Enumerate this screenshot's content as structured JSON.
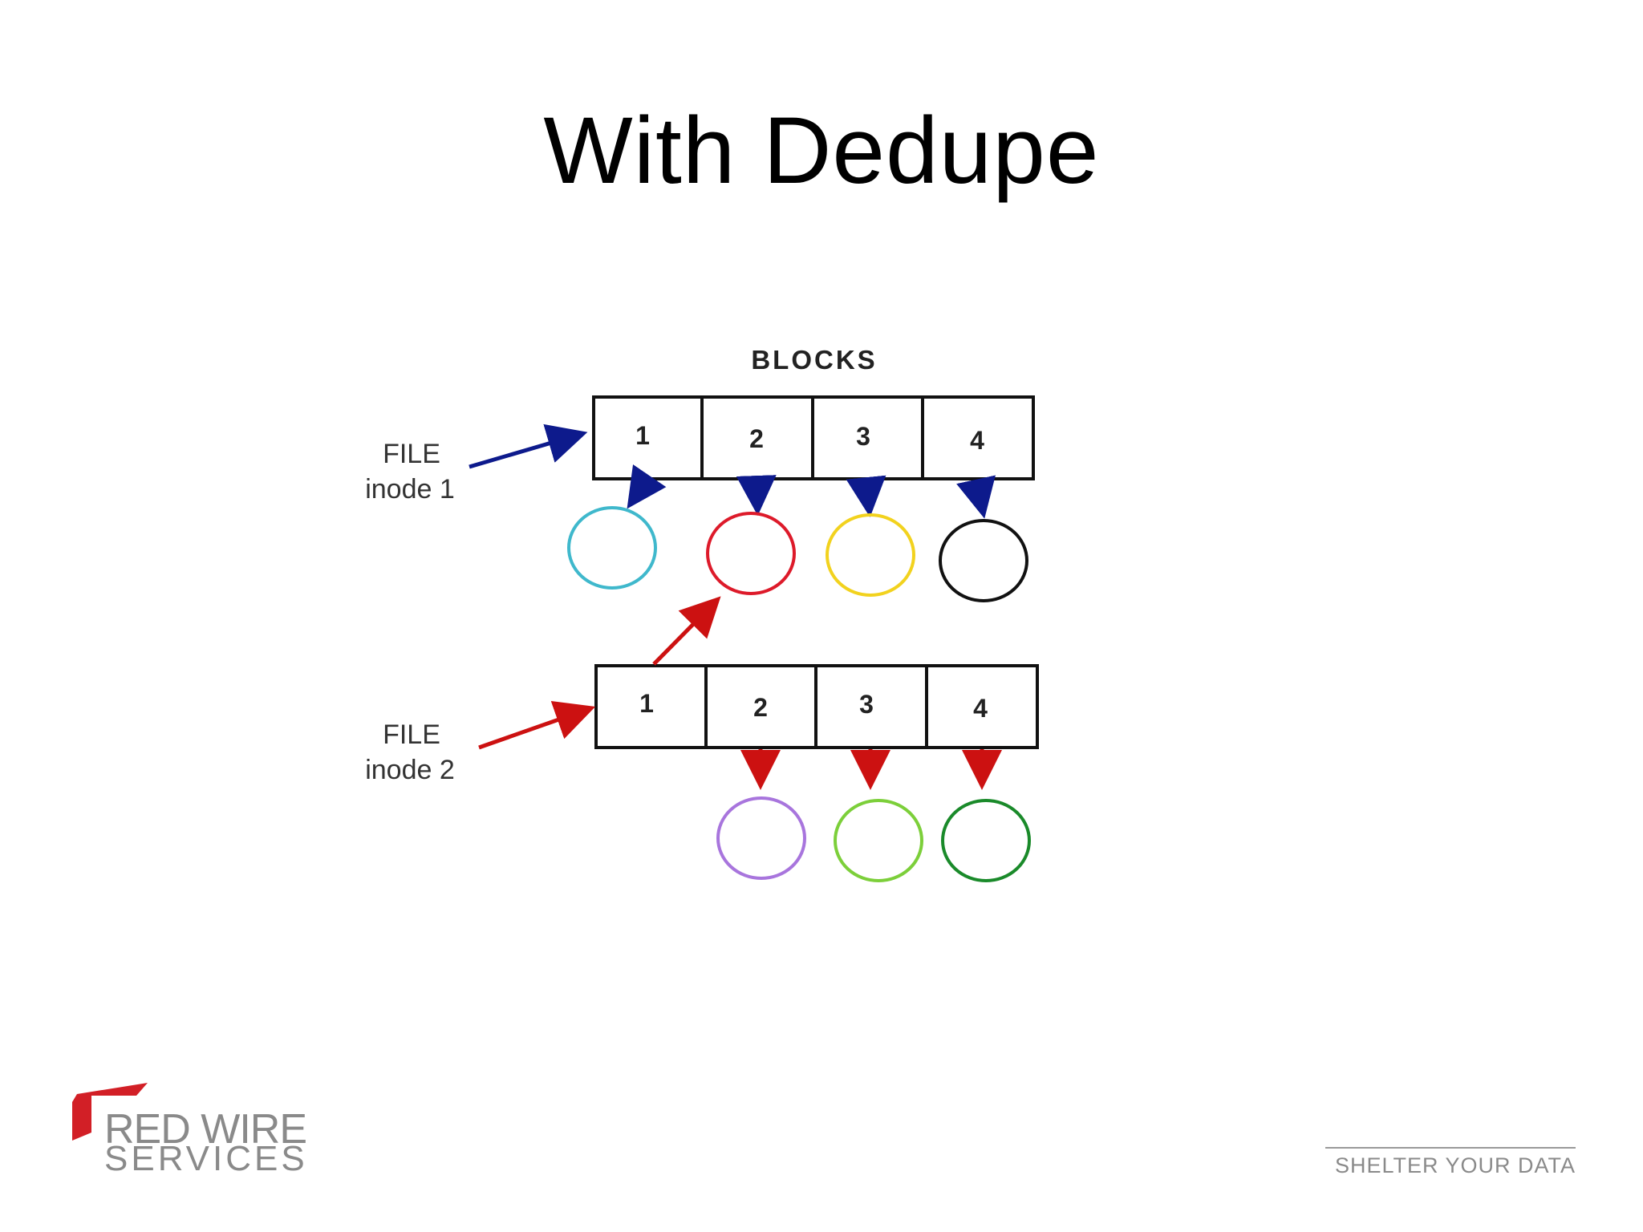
{
  "slide": {
    "title": "With Dedupe"
  },
  "diagram": {
    "blocks_label": "BLOCKS",
    "file1": {
      "line1": "FILE",
      "line2": "inode 1"
    },
    "file2": {
      "line1": "FILE",
      "line2": "inode 2"
    },
    "row1_cells": [
      "1",
      "2",
      "3",
      "4"
    ],
    "row2_cells": [
      "1",
      "2",
      "3",
      "4"
    ],
    "colors": {
      "file1_arrow": "#0d1a8c",
      "file2_arrow": "#cc1111",
      "circle_cyan": "#3fb8cc",
      "circle_red": "#dd1a2a",
      "circle_yellow": "#f2d21e",
      "circle_black": "#111111",
      "circle_purple": "#a875dd",
      "circle_lightgreen": "#7ccf3a",
      "circle_darkgreen": "#1a8a2a"
    }
  },
  "branding": {
    "logo_line1": "RED WIRE",
    "logo_line2": "SERVICES",
    "tagline": "SHELTER YOUR DATA",
    "logo_accent": "#d21f26"
  }
}
